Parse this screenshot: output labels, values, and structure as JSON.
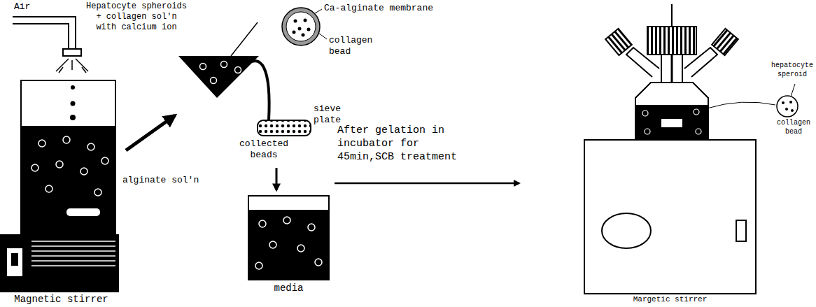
{
  "diagram": {
    "labels": [
      "Hepatocyte spheroids + collagen sol'n with calcium ion",
      "Air",
      "alginate sol'n",
      "Magnetic stirrer",
      "Ca-alginate membrane",
      "collagen bead",
      "sieve plate",
      "collected beads",
      "media",
      "After gelation in incubator for 45min,SCB treatment",
      "Margetic stirrer",
      "hepatocyte speroid",
      "collagen bead"
    ]
  }
}
